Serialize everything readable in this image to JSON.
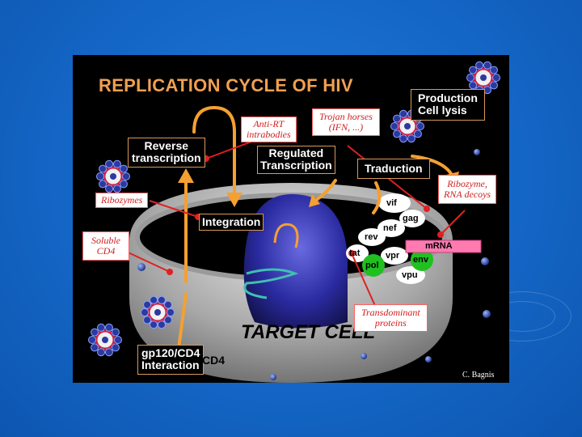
{
  "title": "REPLICATION CYCLE OF HIV",
  "labels": {
    "reverse_transcription": "Reverse\ntranscription",
    "regulated_transcription": "Regulated\nTranscription",
    "traduction": "Traduction",
    "integration": "Integration",
    "production": "Production\nCell lysis",
    "gp120": "gp120/CD4\nInteraction",
    "cd4": "CD4",
    "mrna": "mRNA",
    "target_cell": "TARGET CELL"
  },
  "inhibitors": {
    "anti_rt": "Anti-RT\nintrabodies",
    "trojan": "Trojan horses\n(IFN, ...)",
    "ribozymes": "Ribozymes",
    "soluble_cd4": "Soluble\nCD4",
    "ribozyme_rna": "Ribozyme,\nRNA decoys",
    "transdominant": "Transdominant\nproteins"
  },
  "genes": {
    "vif": "vif",
    "gag": "gag",
    "nef": "nef",
    "rev": "rev",
    "tat": "tat",
    "vpr": "vpr",
    "env": "env",
    "pol": "pol",
    "vpu": "vpu"
  },
  "credit": "C. Bagnis",
  "colors": {
    "background": "#1466c6",
    "title": "#f0a050",
    "arrow": "#f5a030",
    "inhibitor_line": "#e02020",
    "nucleus": "#2a2aa0",
    "mrna_bar": "#ff7ab0",
    "cell": "#b8b8b8"
  }
}
